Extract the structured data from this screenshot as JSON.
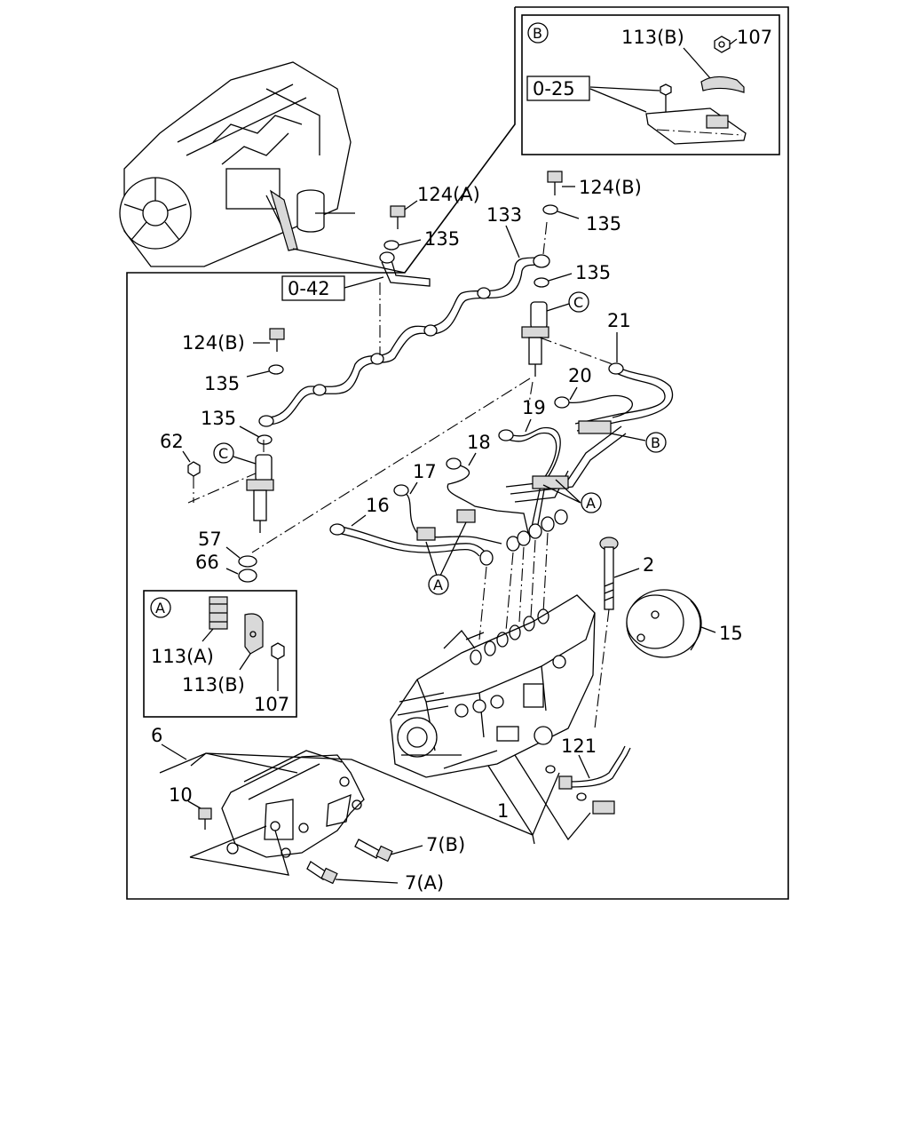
{
  "inset_b": {
    "ref": "B",
    "labels": [
      "113(B)",
      "107",
      "0-25"
    ]
  },
  "inset_a": {
    "ref": "A",
    "labels": [
      "113(A)",
      "113(B)",
      "107"
    ]
  },
  "callouts": {
    "c124a": "124(A)",
    "c135a": "135",
    "c042": "0-42",
    "c133": "133",
    "c124b_top": "124(B)",
    "c135_top": "135",
    "c135_mid": "135",
    "refC_right": "C",
    "c21": "21",
    "c20": "20",
    "c19": "19",
    "refB_pipe": "B",
    "c18": "18",
    "c17": "17",
    "c16": "16",
    "refA_right": "A",
    "refA_lower": "A",
    "c124b_left": "124(B)",
    "c135_left": "135",
    "c135_left2": "135",
    "c62": "62",
    "refC_left": "C",
    "c57": "57",
    "c66": "66",
    "c2": "2",
    "c15": "15",
    "c6": "6",
    "c10": "10",
    "c121": "121",
    "c1": "1",
    "c7b": "7(B)",
    "c7a": "7(A)"
  }
}
